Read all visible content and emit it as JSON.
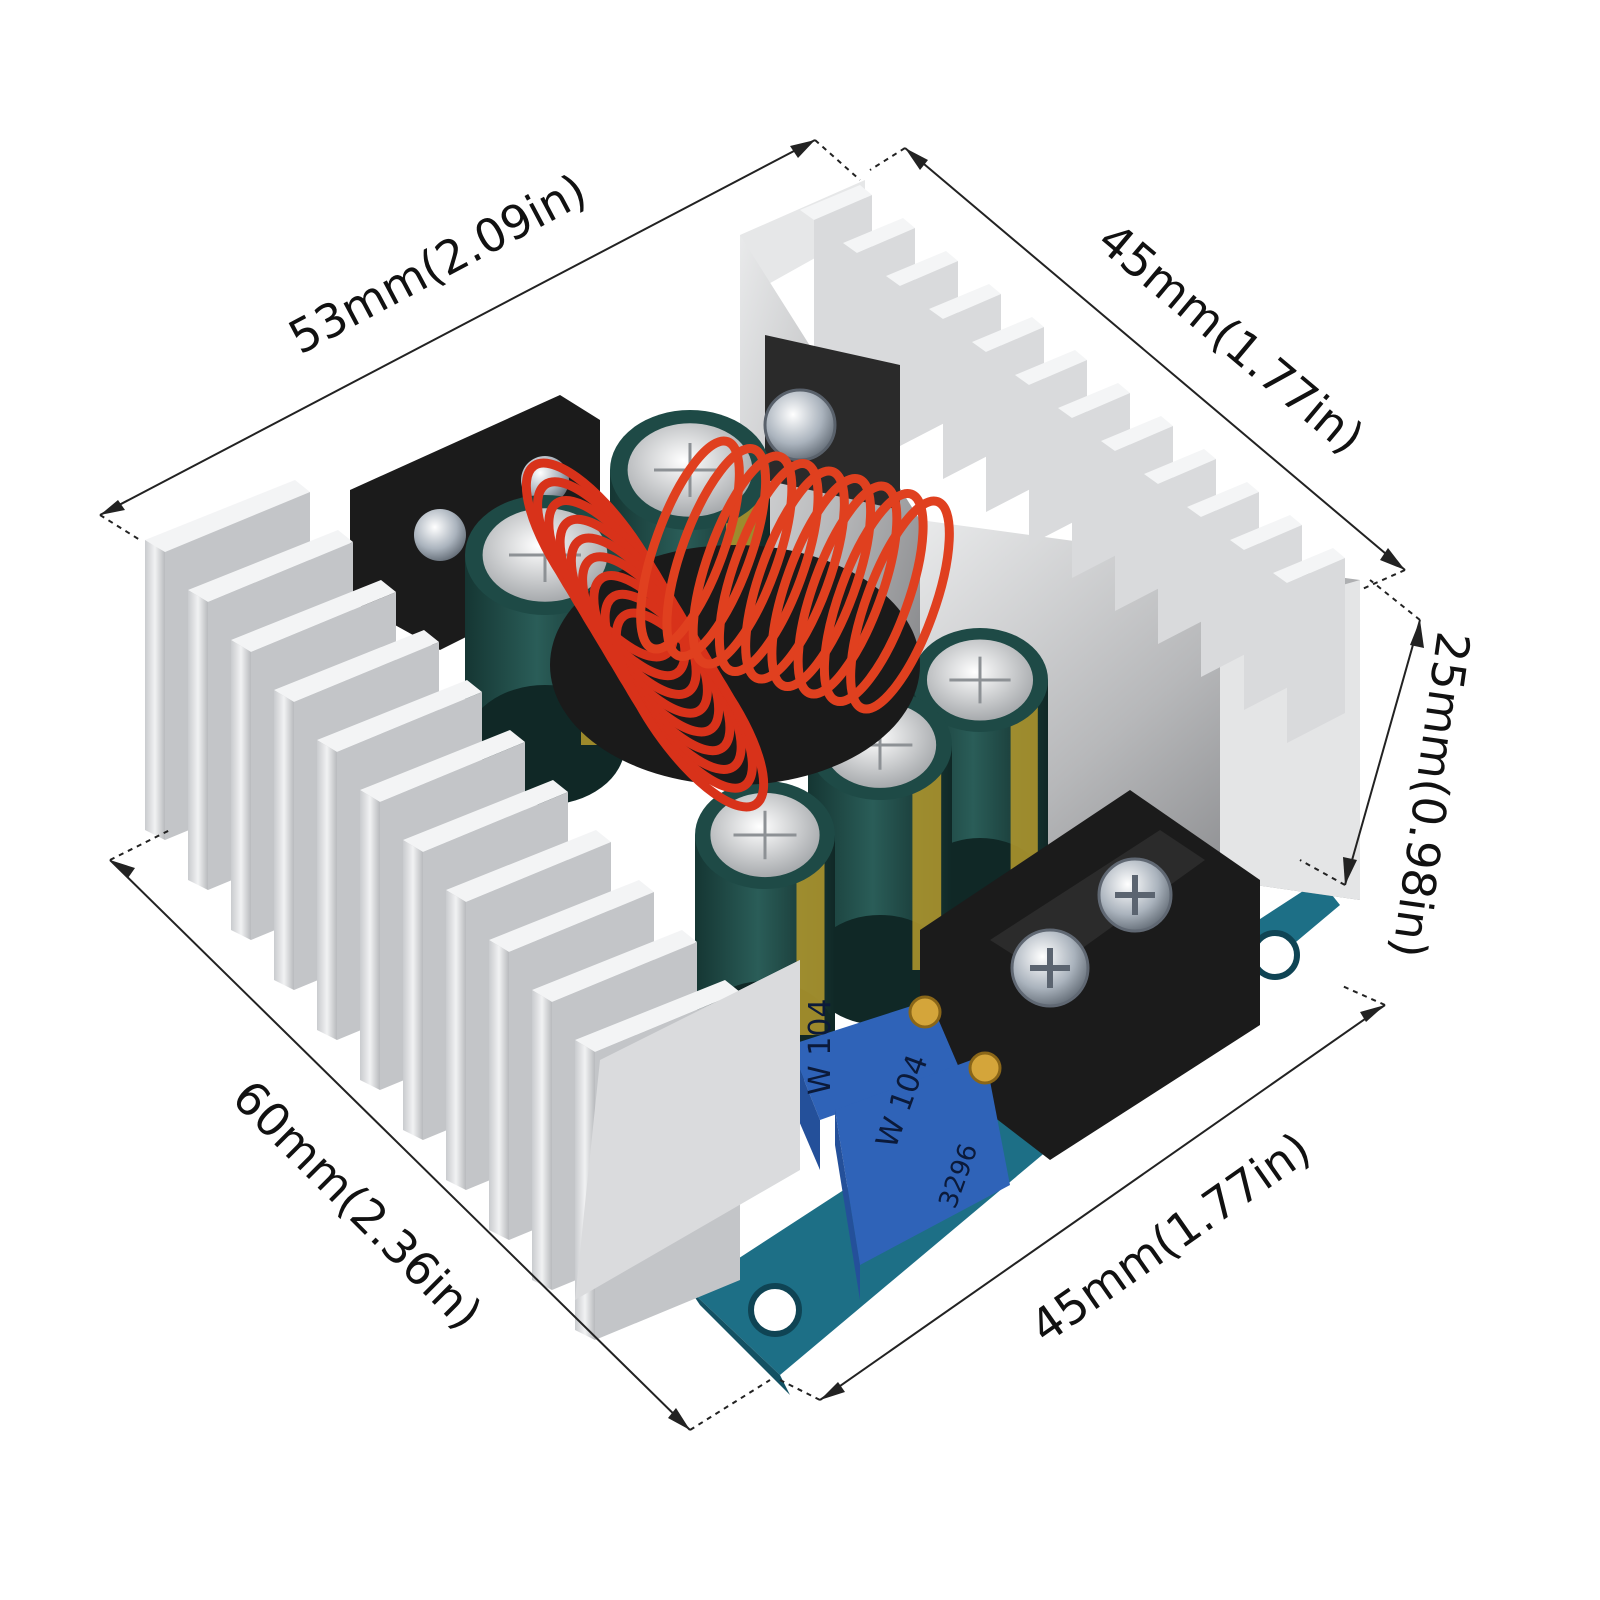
{
  "dimensions": {
    "top_left": "53mm(2.09in)",
    "top_right": "45mm(1.77in)",
    "height": "25mm(0.98in)",
    "bottom_left": "60mm(2.36in)",
    "bottom_right": "45mm(1.77in)"
  },
  "pot_labels": {
    "pot_a": "W 104",
    "pot_b": "W 104",
    "pot_b_brand": "3296"
  },
  "pcb_polarity": "+",
  "colors": {
    "heatsink": "#dfe0e2",
    "heatsink_shadow": "#a9abae",
    "pcb": "#1d6f86",
    "capacitor": "#1e4a46",
    "capacitor_stripe": "#b59a2d",
    "inductor_wire": "#d8321a",
    "core": "#1a1a1a",
    "trimpot": "#2f63b8",
    "terminal": "#1b1b1b",
    "screw": "#c9d0d8"
  }
}
